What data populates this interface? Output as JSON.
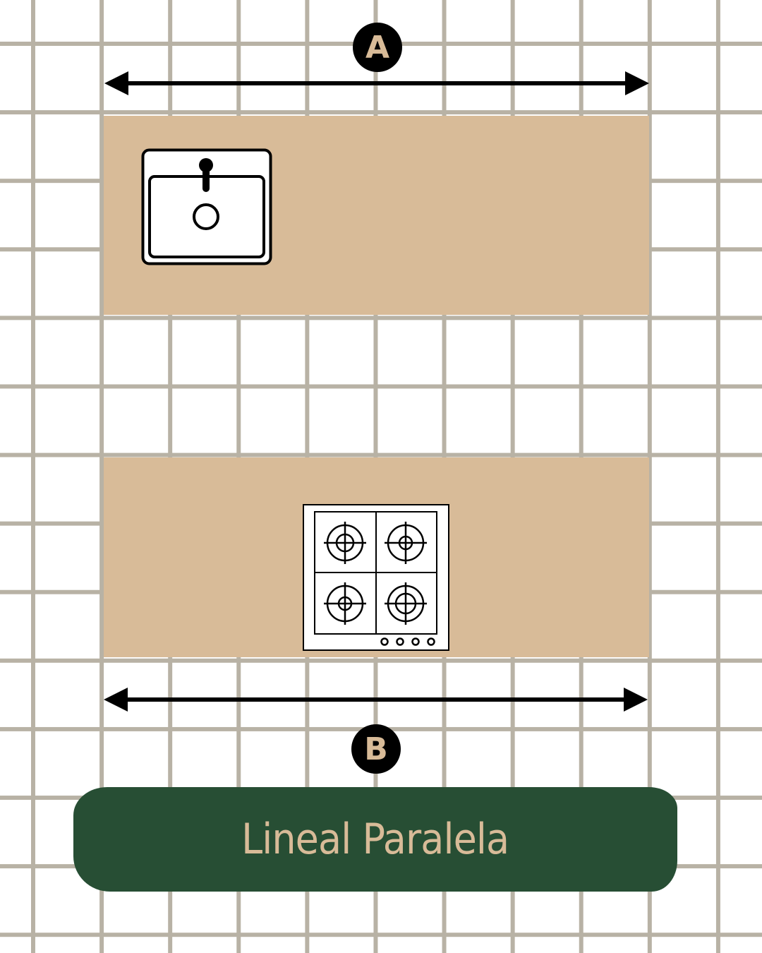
{
  "diagram": {
    "title": "Lineal Paralela",
    "dimension_top": {
      "label": "A"
    },
    "dimension_bottom": {
      "label": "B"
    },
    "counters": [
      {
        "position": "top",
        "appliance": "sink-icon"
      },
      {
        "position": "bottom",
        "appliance": "cooktop-icon",
        "burners": 4,
        "knobs": 4
      }
    ]
  },
  "colors": {
    "grid": "#b8b2a5",
    "counter": "#d8bb98",
    "banner": "#274e34",
    "accent_text": "#d8bb98",
    "ink": "#000000"
  }
}
